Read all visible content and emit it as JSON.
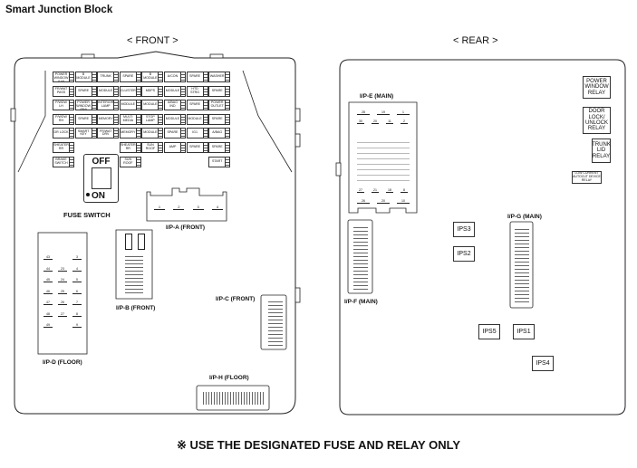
{
  "title": "Smart Junction Block",
  "front": {
    "label": "< FRONT >",
    "fuse_rows": [
      [
        "SAFTY POWER WINDOW (LH)",
        "B MODULE",
        "TRUNK",
        "SPARE",
        "B MODULE",
        "A/CON",
        "SPARE",
        "WASHER"
      ],
      [
        "FR/WAT PASS",
        "SPARE",
        "MODULE",
        "CLUSTER",
        "MDPS",
        "MODULE",
        "HTD STRG",
        "SPARE"
      ],
      [
        "P/WDW LH",
        "SAFTY POWER WINDOW (RH)",
        "INTERIOR LAMP",
        "MODULE",
        "MODULE",
        "A/BAG IND",
        "SPARE",
        "POWER OUTLET"
      ],
      [
        "P/WDW RH",
        "SPARE",
        "MEMORY",
        "MULTI MEDIA",
        "STOP LAMP",
        "MODULE",
        "MODULE",
        "SPARE"
      ],
      [
        "DR LOCK",
        "SMART KEY",
        "FR/WAT DRV",
        "MEMORY",
        "MODULE",
        "SPARE",
        "IG1",
        "A/BAG"
      ],
      [
        "SHEATER RR",
        "",
        "",
        "SHEATER RR",
        "SUN ROOF",
        "AMP",
        "SPARE",
        "SPARE"
      ],
      [
        "BRAKE SWITCH",
        "",
        "",
        "SUN ROOF",
        "",
        "",
        "",
        "START"
      ]
    ],
    "fuse_switch": {
      "off_label": "OFF",
      "on_label": "ON",
      "caption": "FUSE SWITCH"
    },
    "connectors": {
      "ipa": "I/P-A (FRONT)",
      "ipb": "I/P-B (FRONT)",
      "ipc": "I/P-C (FRONT)",
      "ipd": "I/P-D (FLOOR)",
      "iph": "I/P-H (FLOOR)"
    },
    "ipa_pins": [
      "1",
      "2",
      "3",
      "4"
    ],
    "ipd_pins_left": [
      "43",
      "44",
      "45",
      "46",
      "47",
      "48",
      "49"
    ],
    "ipd_pins_mid": [
      "23",
      "24",
      "25",
      "26",
      "27"
    ],
    "ipd_pins_right": [
      "3",
      "4",
      "5",
      "6",
      "7",
      "8",
      "9"
    ]
  },
  "rear": {
    "label": "< REAR >",
    "connectors": {
      "ipe": "I/P-E (MAIN)",
      "ipf": "I/P-F (MAIN)",
      "ipg": "I/P-G (MAIN)"
    },
    "ipe_top_pins": [
      "28",
      "19",
      "1"
    ],
    "ipe_second_pins": [
      "30",
      "20",
      "11",
      "2"
    ],
    "ipe_lower_pins": [
      "27",
      "21",
      "18",
      "8"
    ],
    "ipe_bottom_pins": [
      "26",
      "20",
      "10"
    ],
    "relays": [
      "POWER WINDOW RELAY",
      "DOOR LOCK/ UNLOCK RELAY",
      "TRUNK LID RELAY",
      "LOW CURRENT AUTOCUT DEVICE RELAY"
    ],
    "ips": [
      "IPS3",
      "IPS2",
      "IPS5",
      "IPS1",
      "IPS4"
    ]
  },
  "notice": "※ USE THE DESIGNATED FUSE AND RELAY ONLY"
}
